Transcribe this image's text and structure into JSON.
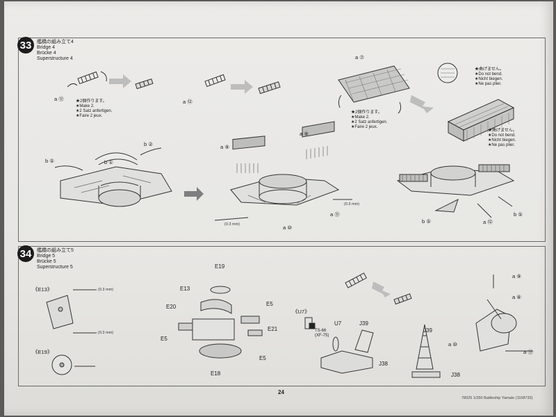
{
  "page_number": "24",
  "footer": "78025 1/350 Battleship Yamato (1108733)",
  "step33": {
    "number": "33",
    "title_lines": [
      "艦橋の組み立て4",
      "Bridge 4",
      "Brücke 4",
      "Superstructure 4"
    ],
    "make2_note": [
      "★2個作ります。",
      "★Make 2.",
      "★2 Satz anfertigen.",
      "★Faire 2 jeux."
    ],
    "make2_note_b": [
      "★2個作ります。",
      "★Make 2.",
      "★2 Satz anfertigen.",
      "★Faire 2 jeux."
    ],
    "donotbend_note_a": [
      "★曲げません。",
      "★Do not bend.",
      "★Nicht biegen.",
      "★Ne pas plier."
    ],
    "donotbend_note_b": [
      "★曲げません。",
      "★Do not bend.",
      "★Nicht biegen.",
      "★Ne pas plier."
    ],
    "dim_a": "(0.3 mm)",
    "dim_b": "(0.3 mm)",
    "parts": {
      "a1": "a ⑪",
      "a2": "a ⑫",
      "a3": "a ⑦",
      "b1": "b ⑤",
      "b2": "b ①",
      "b3": "b ②",
      "a4": "a ⑨",
      "a5": "a ⑨",
      "a6": "a ⑩",
      "a7": "a ⑪",
      "b4": "b ⑤",
      "a8": "a ⑫",
      "b5": "b ⑤"
    }
  },
  "step34": {
    "number": "34",
    "title_lines": [
      "艦橋の組み立て5",
      "Bridge 5",
      "Brücke 5",
      "Superstructure 5"
    ],
    "ref_e13": "《E13》",
    "ref_e19": "《E19》",
    "ref_u7": "《U7》",
    "paint_ref": [
      "TS-66",
      "(XF-75)"
    ],
    "dim_a": "(0.3 mm)",
    "dim_b": "(0.3 mm)",
    "parts": {
      "E19": "E19",
      "E13": "E13",
      "E20": "E20",
      "E5a": "E5",
      "E5b": "E5",
      "E5c": "E5",
      "E21": "E21",
      "E18": "E18",
      "U7": "U7",
      "J39a": "J39",
      "J38a": "J38",
      "J39b": "J39",
      "J38b": "J38",
      "a9": "a ⑨",
      "a8": "a ⑧",
      "a10": "a ⑩",
      "a11": "a ⑪"
    }
  }
}
